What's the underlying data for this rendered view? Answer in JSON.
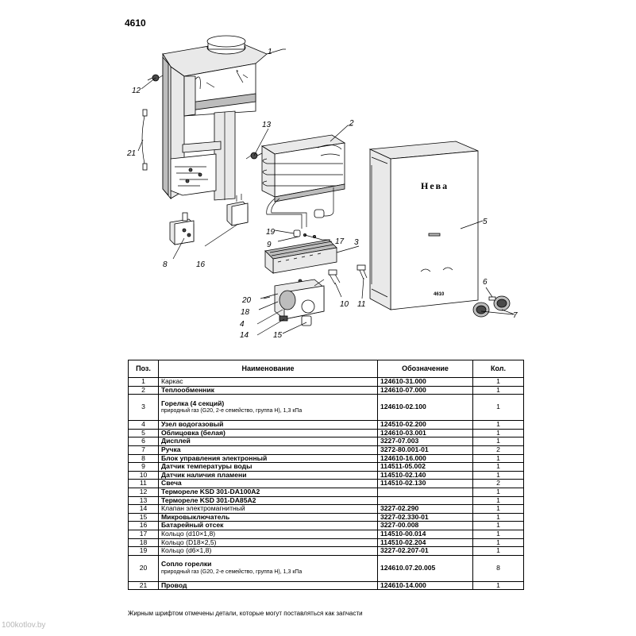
{
  "model": "4610",
  "brand_label": "Нева",
  "panel_label": "4610",
  "callouts": [
    "1",
    "2",
    "3",
    "4",
    "5",
    "6",
    "7",
    "8",
    "9",
    "10",
    "11",
    "12",
    "13",
    "14",
    "15",
    "16",
    "17",
    "18",
    "19",
    "20",
    "21"
  ],
  "table": {
    "headers": {
      "pos": "Поз.",
      "name": "Наименование",
      "code": "Обозначение",
      "qty": "Кол."
    },
    "rows": [
      {
        "pos": "1",
        "name": "Каркас",
        "bold": false,
        "sub": "",
        "code": "124610-31.000",
        "qty": "1"
      },
      {
        "pos": "2",
        "name": "Теплообменник",
        "bold": true,
        "sub": "",
        "code": "124610-07.000",
        "qty": "1"
      },
      {
        "pos": "3",
        "name": "Горелка (4 секций)",
        "bold": true,
        "sub": "природный газ (G20, 2-е семейство, группа Н), 1,3 кПа",
        "code": "124610-02.100",
        "qty": "1"
      },
      {
        "pos": "4",
        "name": "Узел водогазовый",
        "bold": true,
        "sub": "",
        "code": "124510-02.200",
        "qty": "1"
      },
      {
        "pos": "5",
        "name": "Облицовка (белая)",
        "bold": true,
        "sub": "",
        "code": "124610-03.001",
        "qty": "1"
      },
      {
        "pos": "6",
        "name": "Дисплей",
        "bold": true,
        "sub": "",
        "code": "3227-07.003",
        "qty": "1"
      },
      {
        "pos": "7",
        "name": "Ручка",
        "bold": true,
        "sub": "",
        "code": "3272-80.001-01",
        "qty": "2"
      },
      {
        "pos": "8",
        "name": "Блок управления электронный",
        "bold": true,
        "sub": "",
        "code": "124610-16.000",
        "qty": "1"
      },
      {
        "pos": "9",
        "name": "Датчик температуры воды",
        "bold": true,
        "sub": "",
        "code": "114511-05.002",
        "qty": "1"
      },
      {
        "pos": "10",
        "name": "Датчик наличия пламени",
        "bold": true,
        "sub": "",
        "code": "114510-02.140",
        "qty": "1"
      },
      {
        "pos": "11",
        "name": "Свеча",
        "bold": true,
        "sub": "",
        "code": "114510-02.130",
        "qty": "2"
      },
      {
        "pos": "12",
        "name": "Термореле KSD 301-DA100A2",
        "bold": true,
        "sub": "",
        "code": "",
        "qty": "1"
      },
      {
        "pos": "13",
        "name": "Термореле KSD 301-DA85A2",
        "bold": true,
        "sub": "",
        "code": "",
        "qty": "1"
      },
      {
        "pos": "14",
        "name": "Клапан электромагнитный",
        "bold": false,
        "sub": "",
        "code": "3227-02.290",
        "qty": "1"
      },
      {
        "pos": "15",
        "name": "Микровыключатель",
        "bold": true,
        "sub": "",
        "code": "3227-02.330-01",
        "qty": "1"
      },
      {
        "pos": "16",
        "name": "Батарейный отсек",
        "bold": true,
        "sub": "",
        "code": "3227-00.008",
        "qty": "1"
      },
      {
        "pos": "17",
        "name": "Кольцо (d10×1,8)",
        "bold": false,
        "sub": "",
        "code": "114510-00.014",
        "qty": "1"
      },
      {
        "pos": "18",
        "name": "Кольцо (D18×2,5)",
        "bold": false,
        "sub": "",
        "code": "114510-02.204",
        "qty": "1"
      },
      {
        "pos": "19",
        "name": "Кольцо (d6×1,8)",
        "bold": false,
        "sub": "",
        "code": "3227-02.207-01",
        "qty": "1"
      },
      {
        "pos": "20",
        "name": "Сопло горелки",
        "bold": true,
        "sub": "природный газ (G20, 2-е семейство, группа Н), 1,3 кПа",
        "code": "124610.07.20.005",
        "qty": "8"
      },
      {
        "pos": "21",
        "name": "Провод",
        "bold": true,
        "sub": "",
        "code": "124610-14.000",
        "qty": "1"
      }
    ]
  },
  "footnote": "Жирным шрифтом отмечены детали, которые могут поставляться как запчасти",
  "watermark": "100kotlov.by"
}
